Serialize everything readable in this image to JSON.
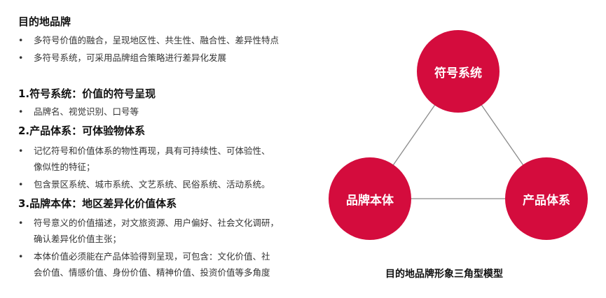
{
  "left": {
    "title": "目的地品牌",
    "intro": [
      "多符号价值的融合，呈现地区性、共生性、融合性、差异性特点",
      "多符号系统，可采用品牌组合策略进行差异化发展"
    ],
    "sections": [
      {
        "heading": "1.符号系统：价值的符号呈现",
        "bullets": [
          [
            "品牌名、视觉识别、口号等"
          ]
        ]
      },
      {
        "heading": "2.产品体系：可体验物体系",
        "bullets": [
          [
            "记忆符号和价值体系的物性再现，具有可持续性、可体验性、",
            "像似性的特征；"
          ],
          [
            "包含景区系统、城市系统、文艺系统、民俗系统、活动系统。"
          ]
        ]
      },
      {
        "heading": "3.品牌本体：地区差异化价值体系",
        "bullets": [
          [
            "符号意义的价值描述，对文旅资源、用户偏好、社会文化调研，",
            "确认差异化价值主张；"
          ],
          [
            "本体价值必须能在产品体验得到呈现，可包含：文化价值、社",
            "会价值、情感价值、身份价值、精神价值、投资价值等多角度"
          ]
        ]
      }
    ],
    "bullet_char": "•"
  },
  "diagram": {
    "nodes": {
      "top": "符号系统",
      "left": "品牌本体",
      "right": "产品体系"
    },
    "caption": "目的地品牌形象三角型模型",
    "circle_color": "#d40c3d",
    "line_color": "#8a8a8a"
  }
}
